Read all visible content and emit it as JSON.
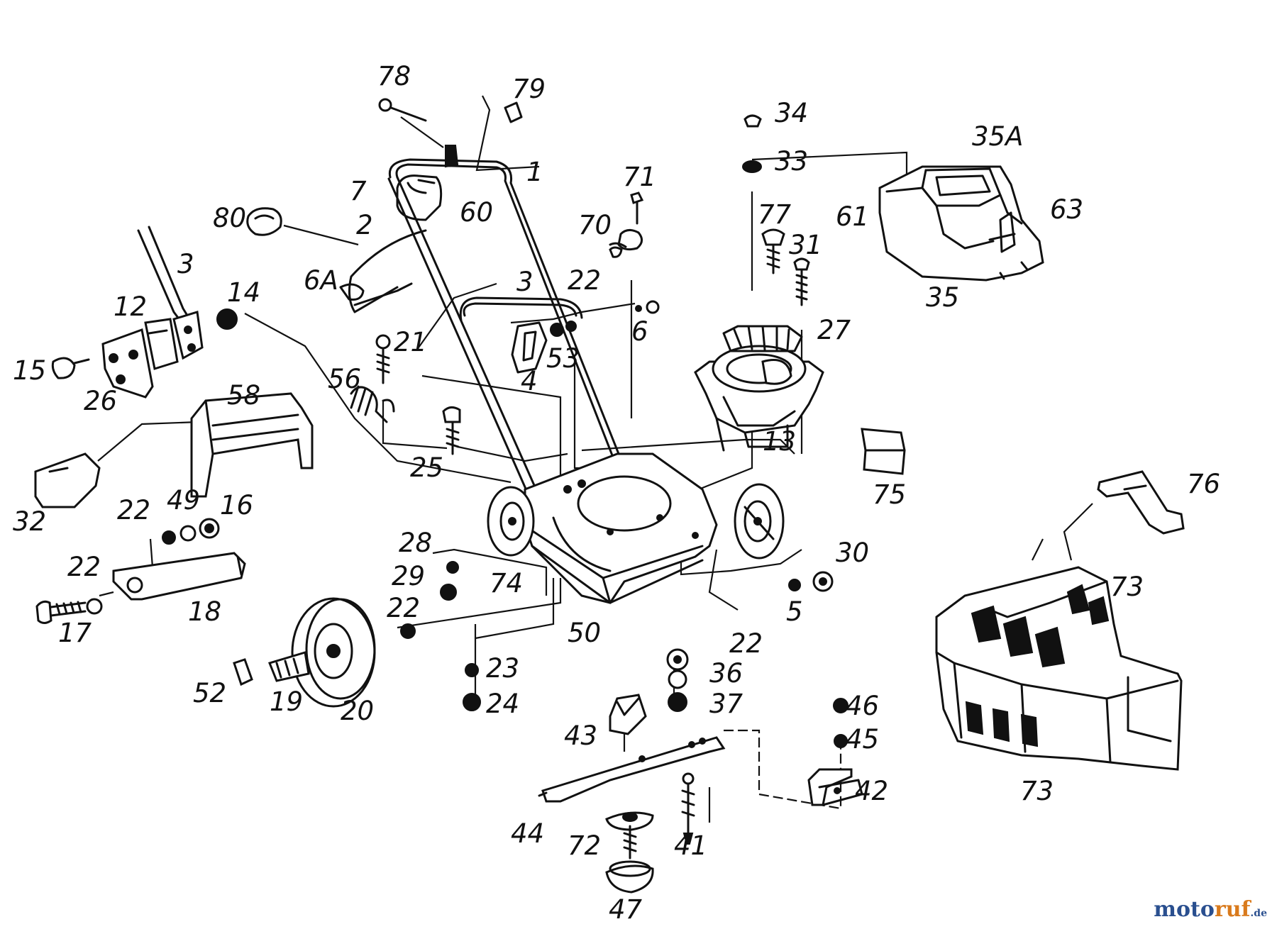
{
  "diagram": {
    "labels": [
      "78",
      "79",
      "1",
      "60",
      "7",
      "2",
      "80",
      "3",
      "12",
      "14",
      "6A",
      "15",
      "26",
      "56",
      "21",
      "4",
      "22",
      "53",
      "6",
      "70",
      "71",
      "58",
      "25",
      "32",
      "22",
      "49",
      "16",
      "22",
      "18",
      "17",
      "28",
      "29",
      "74",
      "22",
      "50",
      "20",
      "52",
      "19",
      "23",
      "24",
      "43",
      "44",
      "72",
      "47",
      "41",
      "22",
      "36",
      "37",
      "46",
      "45",
      "42",
      "5",
      "30",
      "75",
      "13",
      "27",
      "31",
      "77",
      "34",
      "33",
      "35A",
      "61",
      "63",
      "35",
      "76",
      "73",
      "73",
      "3"
    ]
  },
  "watermark": {
    "part1": "moto",
    "part2": "ruf",
    "part3": ".de"
  }
}
